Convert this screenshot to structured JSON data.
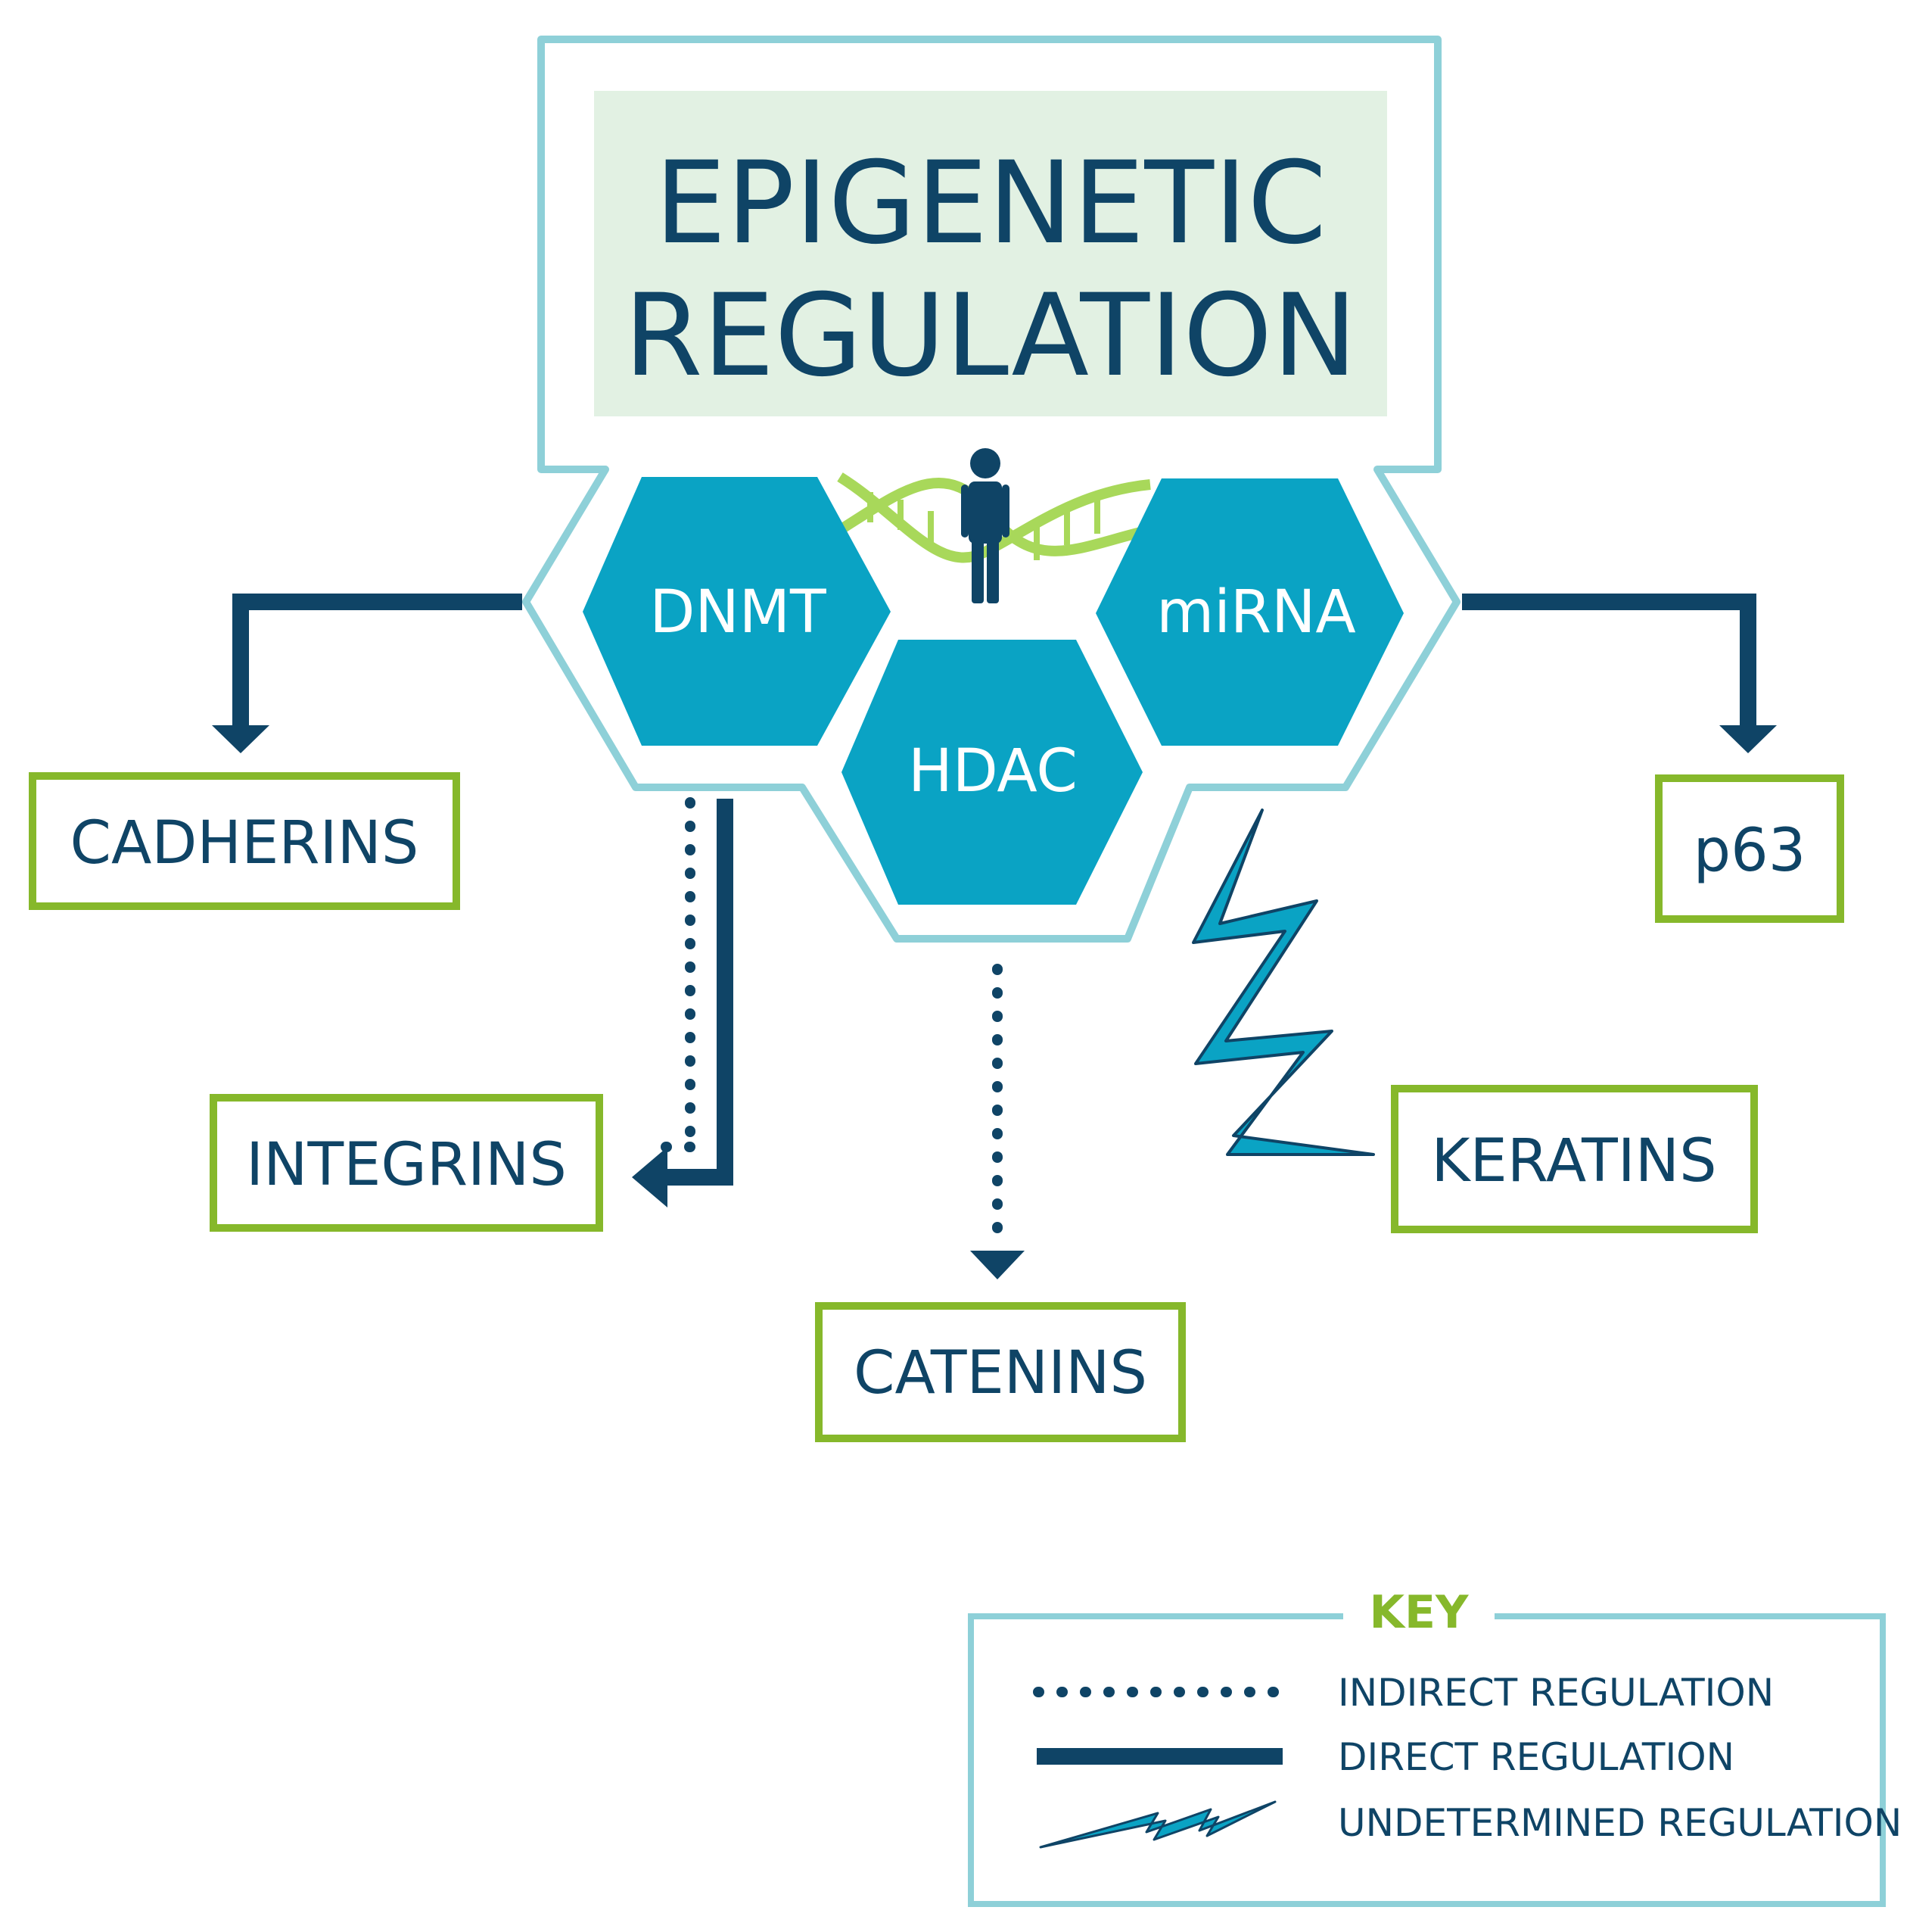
{
  "title": {
    "line1": "EPIGENETIC",
    "line2": "REGULATION"
  },
  "mechanisms": {
    "dnmt": "DNMT",
    "hdac": "HDAC",
    "mirna": "miRNA"
  },
  "targets": {
    "cadherins": "CADHERINS",
    "integrins": "INTEGRINS",
    "catenins": "CATENINS",
    "keratins": "KERATINS",
    "p63": "p63"
  },
  "key": {
    "title": "KEY",
    "indirect": "INDIRECT REGULATION",
    "direct": "DIRECT REGULATION",
    "undetermined": "UNDETERMINED REGULATION"
  },
  "icons": [
    "person-icon",
    "dna-helix-icon"
  ],
  "colors": {
    "navy": "#0f4466",
    "teal": "#0aa3c4",
    "frame": "#8ed0d8",
    "green_border": "#86b82b",
    "title_bg": "#e2f1e3",
    "dna_green": "#a8d85a"
  }
}
